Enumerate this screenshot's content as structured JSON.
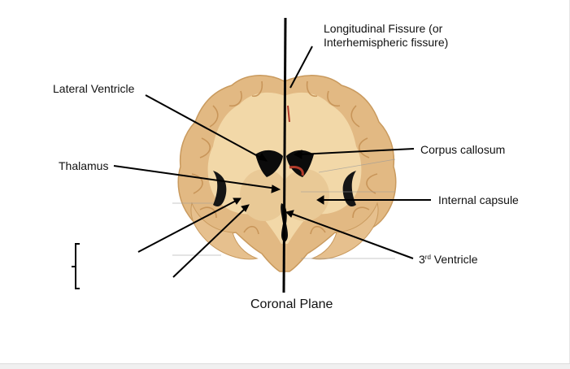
{
  "labels": {
    "longitudinal_line1": "Longitudinal Fissure (or",
    "longitudinal_line2": "Interhemispheric fissure)",
    "lateral_ventricle": "Lateral Ventricle",
    "corpus_callosum": "Corpus callosum",
    "thalamus": "Thalamus",
    "internal_capsule": "Internal capsule",
    "third_ventricle_num": "3",
    "third_ventricle_sup": "rd",
    "third_ventricle_word": " Ventricle",
    "coronal_plane": "Coronal Plane"
  },
  "colors": {
    "tissue": "#e8c68f",
    "white_matter": "#f3dcb0",
    "ventricle": "#0b0b0b",
    "line": "#000000",
    "text": "#111111"
  }
}
